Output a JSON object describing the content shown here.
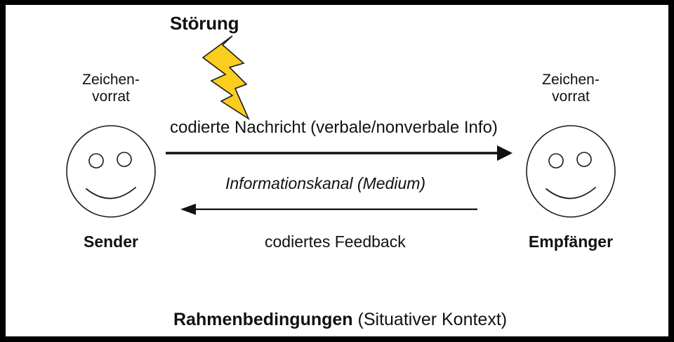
{
  "diagram": {
    "title_hidden": "Kommunikationsmodell Sender Empfaenger",
    "frame_color": "#000000",
    "background_color": "#ffffff",
    "ink_color": "#111111",
    "bolt_color": "#FACD1E",
    "bolt_stroke": "#1a1a1a"
  },
  "disturbance": {
    "label": "Störung",
    "icon": "lightning-bolt"
  },
  "sender": {
    "repertoire_label": "Zeichen-\nvorrat",
    "role_label": "Sender",
    "face_icon": "smiley-face"
  },
  "receiver": {
    "repertoire_label": "Zeichen-\nvorrat",
    "role_label": "Empfänger",
    "face_icon": "smiley-face"
  },
  "channel": {
    "message_label": "codierte Nachricht (verbale/nonverbale Info)",
    "medium_label": "Informationskanal (Medium)",
    "feedback_label": "codiertes Feedback",
    "forward_arrow": "arrow-right-icon",
    "feedback_arrow": "arrow-left-icon"
  },
  "context": {
    "bold_part": "Rahmenbedingungen",
    "normal_part": " (Situativer Kontext)"
  }
}
